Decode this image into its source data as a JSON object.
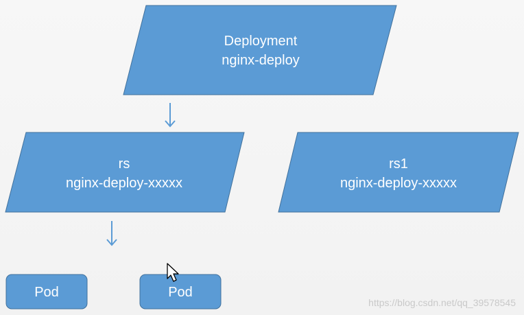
{
  "nodes": {
    "deployment": {
      "line1": "Deployment",
      "line2": "nginx-deploy"
    },
    "rs": {
      "line1": "rs",
      "line2": "nginx-deploy-xxxxx"
    },
    "rs1": {
      "line1": "rs1",
      "line2": "nginx-deploy-xxxxx"
    },
    "pod_left": {
      "label": "Pod"
    },
    "pod_right": {
      "label": "Pod"
    }
  },
  "watermark": "https://blog.csdn.net/qq_39578545",
  "colors": {
    "shape_fill": "#5b9bd5",
    "shape_stroke": "#41719c",
    "arrow": "#5b9bd5",
    "text": "#ffffff",
    "background": "#f4f4f4"
  },
  "icons": [
    "arrow-down-icon",
    "mouse-pointer-icon"
  ]
}
